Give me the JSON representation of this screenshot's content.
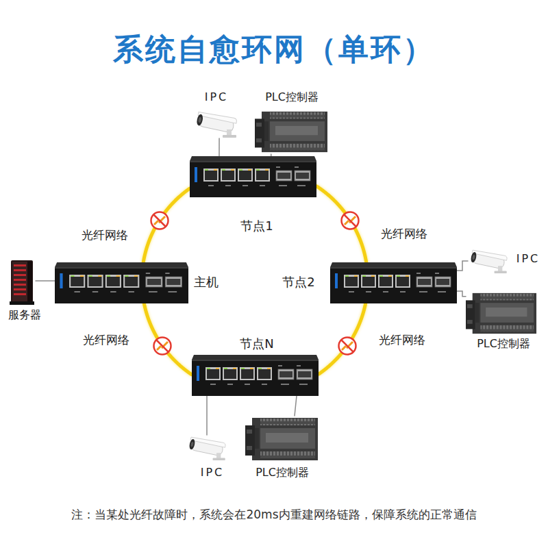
{
  "diagram": {
    "title": "系统自愈环网（单环）",
    "caption": "注：当某处光纤故障时，系统会在20ms内重建网络链路，保障系统的正常通信",
    "nodes": [
      {
        "text": [
          "IPC"
        ]
      },
      {
        "text": [
          "PLC控制器"
        ]
      },
      {
        "text": [
          "节点1"
        ]
      },
      {
        "text": [
          "主机"
        ]
      },
      {
        "text": [
          "服务器"
        ]
      },
      {
        "text": [
          "节点2"
        ]
      },
      {
        "text": [
          "IPC"
        ]
      },
      {
        "text": [
          "PLC控制器"
        ]
      },
      {
        "text": [
          "节点N"
        ]
      },
      {
        "text": [
          "IPC"
        ]
      },
      {
        "text": [
          "PLC控制器"
        ]
      }
    ],
    "edges": [
      {
        "from": 0,
        "to": 2,
        "arrow": "none"
      },
      {
        "from": 1,
        "to": 2,
        "arrow": "none"
      },
      {
        "from": 3,
        "to": 2,
        "label": "光纤网络",
        "arrow": "none"
      },
      {
        "from": 2,
        "to": 5,
        "label": "光纤网络",
        "arrow": "none"
      },
      {
        "from": 4,
        "to": 3,
        "arrow": "none"
      },
      {
        "from": 5,
        "to": 6,
        "arrow": "none"
      },
      {
        "from": 5,
        "to": 7,
        "arrow": "none"
      },
      {
        "from": 3,
        "to": 8,
        "label": "光纤网络",
        "arrow": "none"
      },
      {
        "from": 5,
        "to": 8,
        "label": "光纤网络",
        "arrow": "none"
      },
      {
        "from": 8,
        "to": 9,
        "arrow": "none"
      },
      {
        "from": 8,
        "to": 10,
        "arrow": "none"
      }
    ]
  }
}
